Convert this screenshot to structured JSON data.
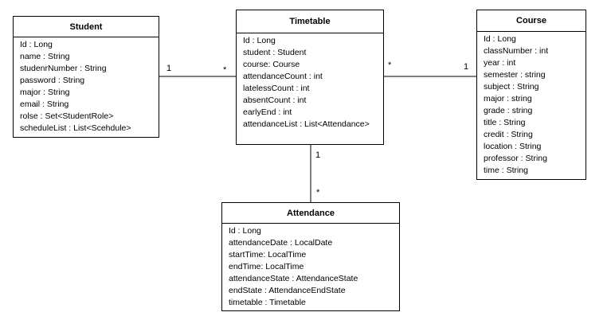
{
  "classes": {
    "student": {
      "title": "Student",
      "attributes": [
        "Id : Long",
        "name : String",
        "studenrNumber : String",
        "password : String",
        "major : String",
        "email : String",
        "rolse : Set<StudentRole>",
        "scheduleList : List<Scehdule>"
      ]
    },
    "timetable": {
      "title": "Timetable",
      "attributes": [
        "Id : Long",
        "student : Student",
        "course: Course",
        "attendanceCount : int",
        "latelessCount : int",
        "absentCount : int",
        "earlyEnd : int",
        "attendanceList : List<Attendance>"
      ]
    },
    "course": {
      "title": "Course",
      "attributes": [
        "Id : Long",
        "classNumber : int",
        "year : int",
        "semester : string",
        "subject : String",
        "major : string",
        "grade : string",
        "title : String",
        "credit : String",
        "location : String",
        "professor  : String",
        "time : String"
      ]
    },
    "attendance": {
      "title": "Attendance",
      "attributes": [
        "Id : Long",
        "attendanceDate : LocalDate",
        "startTime: LocalTime",
        "endTime: LocalTime",
        "attendanceState : AttendanceState",
        "endState : AttendanceEndState",
        "timetable : Timetable"
      ]
    }
  },
  "multiplicities": {
    "student_end": "1",
    "timetable_student_end": "*",
    "timetable_course_end": "*",
    "course_end": "1",
    "timetable_attendance_end": "1",
    "attendance_end": "*"
  }
}
